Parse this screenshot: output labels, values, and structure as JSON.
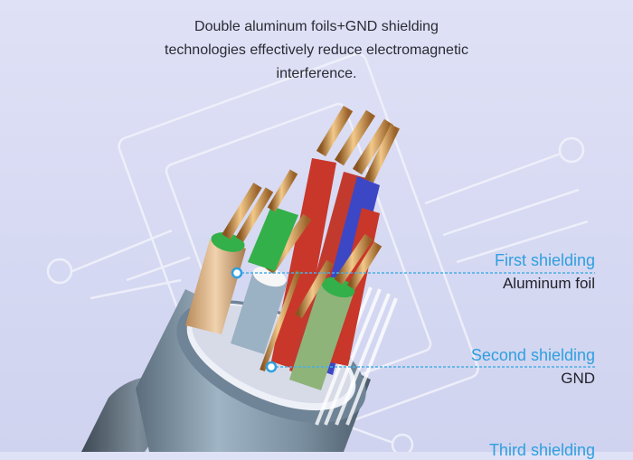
{
  "header": {
    "description_lines": [
      "Double aluminum foils+GND shielding",
      "technologies effectively reduce electromagnetic",
      "interference."
    ]
  },
  "labels": [
    {
      "title": "First shielding",
      "subtitle": "Aluminum foil"
    },
    {
      "title": "Second shielding",
      "subtitle": "GND"
    },
    {
      "title": "Third shielding",
      "subtitle": ""
    }
  ],
  "colors": {
    "accent_blue": "#2f9fe0",
    "background": "#dcdff5",
    "copper": "#c98a44",
    "red_wire": "#c8372a",
    "blue_wire": "#3c47c6",
    "green_wire": "#33b04a"
  }
}
